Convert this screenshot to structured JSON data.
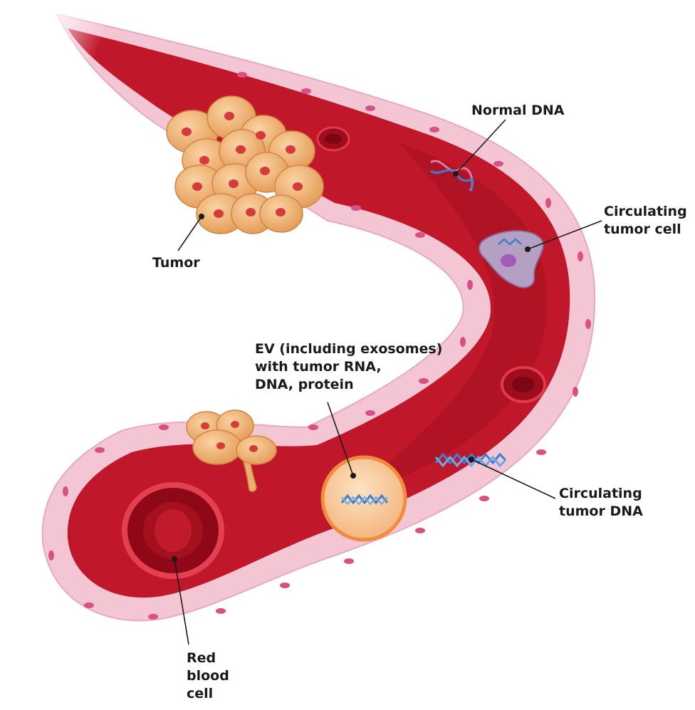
{
  "labels": {
    "normal_dna": [
      "Normal DNA"
    ],
    "ctc": [
      "Circulating",
      "tumor cell"
    ],
    "tumor": [
      "Tumor"
    ],
    "ev": [
      "EV (including exosomes)",
      "with tumor RNA,",
      "DNA, protein"
    ],
    "ctdna": [
      "Circulating",
      "tumor DNA"
    ],
    "rbc": [
      "Red",
      "blood",
      "cell"
    ]
  },
  "colors": {
    "vessel_wall": "#f4c6d4",
    "vessel_blood": "#c0182a",
    "tumor_cell": "#eeae6e",
    "tumor_nucleus": "#d63a3a",
    "dna_blue": "#3a7fd0",
    "dna_pink": "#e07aa8"
  }
}
